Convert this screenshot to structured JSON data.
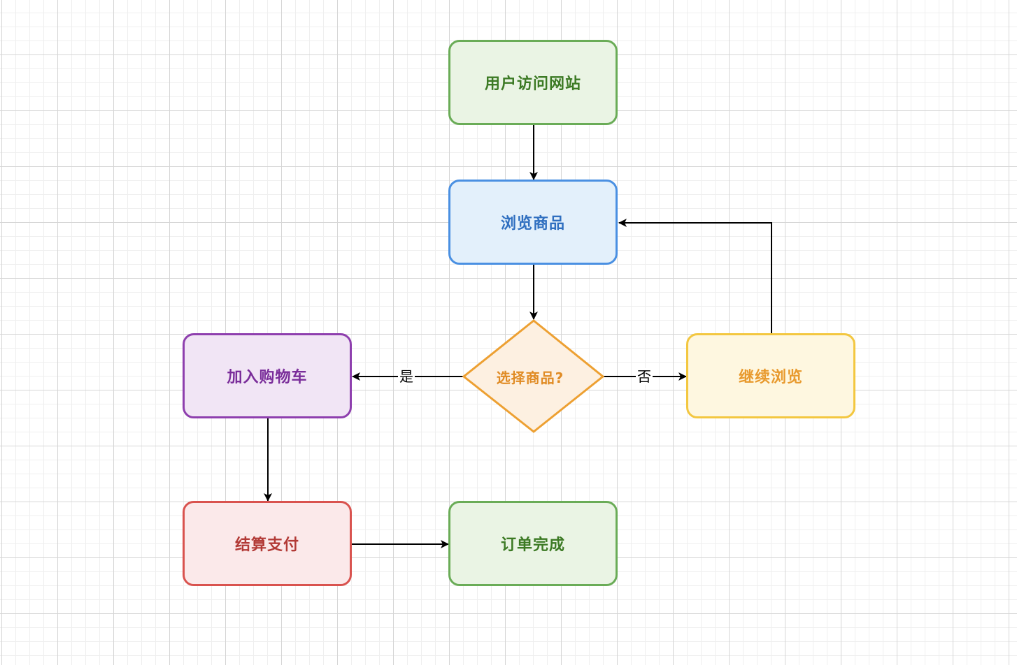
{
  "nodes": {
    "visit": {
      "label": "用户访问网站",
      "fill": "#eaf4e4",
      "stroke": "#6aac57",
      "text": "#3c7a24"
    },
    "browse": {
      "label": "浏览商品",
      "fill": "#e3f0fb",
      "stroke": "#4a90e2",
      "text": "#2f6fc0"
    },
    "choose": {
      "label": "选择商品?",
      "fill": "#fdf0e1",
      "stroke": "#eda032",
      "text": "#e08b24"
    },
    "cart": {
      "label": "加入购物车",
      "fill": "#f1e5f5",
      "stroke": "#8e3fae",
      "text": "#7a2d9a"
    },
    "continue": {
      "label": "继续浏览",
      "fill": "#fef7e0",
      "stroke": "#f3c740",
      "text": "#e89a2e"
    },
    "checkout": {
      "label": "结算支付",
      "fill": "#fbe9ea",
      "stroke": "#d9534f",
      "text": "#b23a36"
    },
    "done": {
      "label": "订单完成",
      "fill": "#eaf4e4",
      "stroke": "#6aac57",
      "text": "#3c7a24"
    }
  },
  "edges": {
    "yes_label": "是",
    "no_label": "否"
  }
}
